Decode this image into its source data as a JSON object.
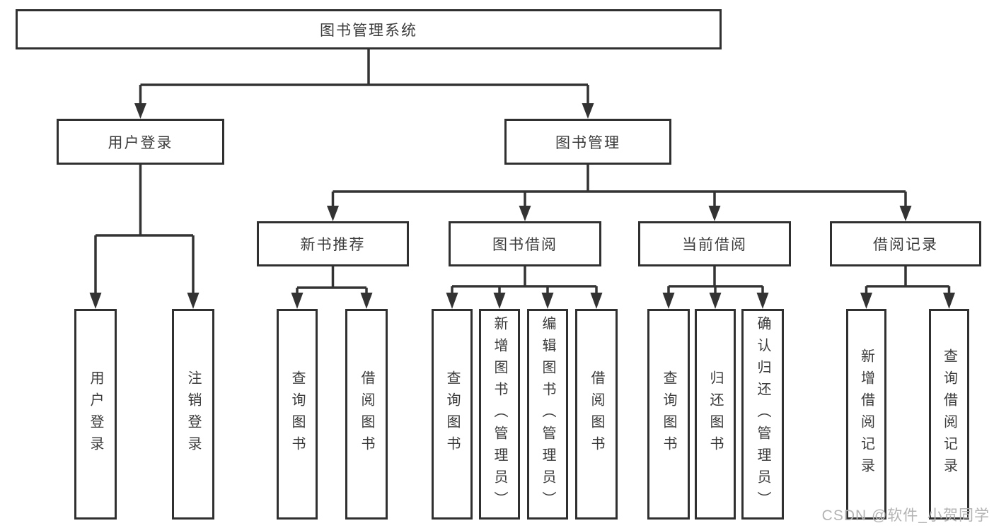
{
  "diagram": {
    "title_node": {
      "label": "图书管理系统"
    },
    "level2": [
      {
        "id": "user-login",
        "label": "用户登录"
      },
      {
        "id": "book-management",
        "label": "图书管理"
      }
    ],
    "level3": [
      {
        "id": "new-book-recommend",
        "label": "新书推荐",
        "parent": "图书管理"
      },
      {
        "id": "book-borrow",
        "label": "图书借阅",
        "parent": "图书管理"
      },
      {
        "id": "current-borrow",
        "label": "当前借阅",
        "parent": "图书管理"
      },
      {
        "id": "borrow-records",
        "label": "借阅记录",
        "parent": "图书管理"
      }
    ],
    "leaves": [
      {
        "id": "leaf-user-login",
        "label": "用户登录",
        "parent": "用户登录"
      },
      {
        "id": "leaf-logout",
        "label": "注销登录",
        "parent": "用户登录"
      },
      {
        "id": "leaf-query-book-1",
        "label": "查询图书",
        "parent": "新书推荐"
      },
      {
        "id": "leaf-borrow-book-1",
        "label": "借阅图书",
        "parent": "新书推荐"
      },
      {
        "id": "leaf-query-book-2",
        "label": "查询图书",
        "parent": "图书借阅"
      },
      {
        "id": "leaf-add-book-admin",
        "label": "新增图书（管理员）",
        "parent": "图书借阅"
      },
      {
        "id": "leaf-edit-book-admin",
        "label": "编辑图书（管理员）",
        "parent": "图书借阅"
      },
      {
        "id": "leaf-borrow-book-2",
        "label": "借阅图书",
        "parent": "图书借阅"
      },
      {
        "id": "leaf-query-book-3",
        "label": "查询图书",
        "parent": "当前借阅"
      },
      {
        "id": "leaf-return-book",
        "label": "归还图书",
        "parent": "当前借阅"
      },
      {
        "id": "leaf-confirm-return-admin",
        "label": "确认归还（管理员）",
        "parent": "当前借阅"
      },
      {
        "id": "leaf-add-borrow-record",
        "label": "新增借阅记录",
        "parent": "借阅记录"
      },
      {
        "id": "leaf-query-borrow-record",
        "label": "查询借阅记录",
        "parent": "借阅记录"
      }
    ],
    "watermark": "CSDN @软件_小贺同学",
    "colors": {
      "line": "#333333",
      "border": "#303030",
      "text": "#3b3b3b",
      "watermark": "#b3b3b3",
      "box_fill": "#ffffff"
    }
  }
}
